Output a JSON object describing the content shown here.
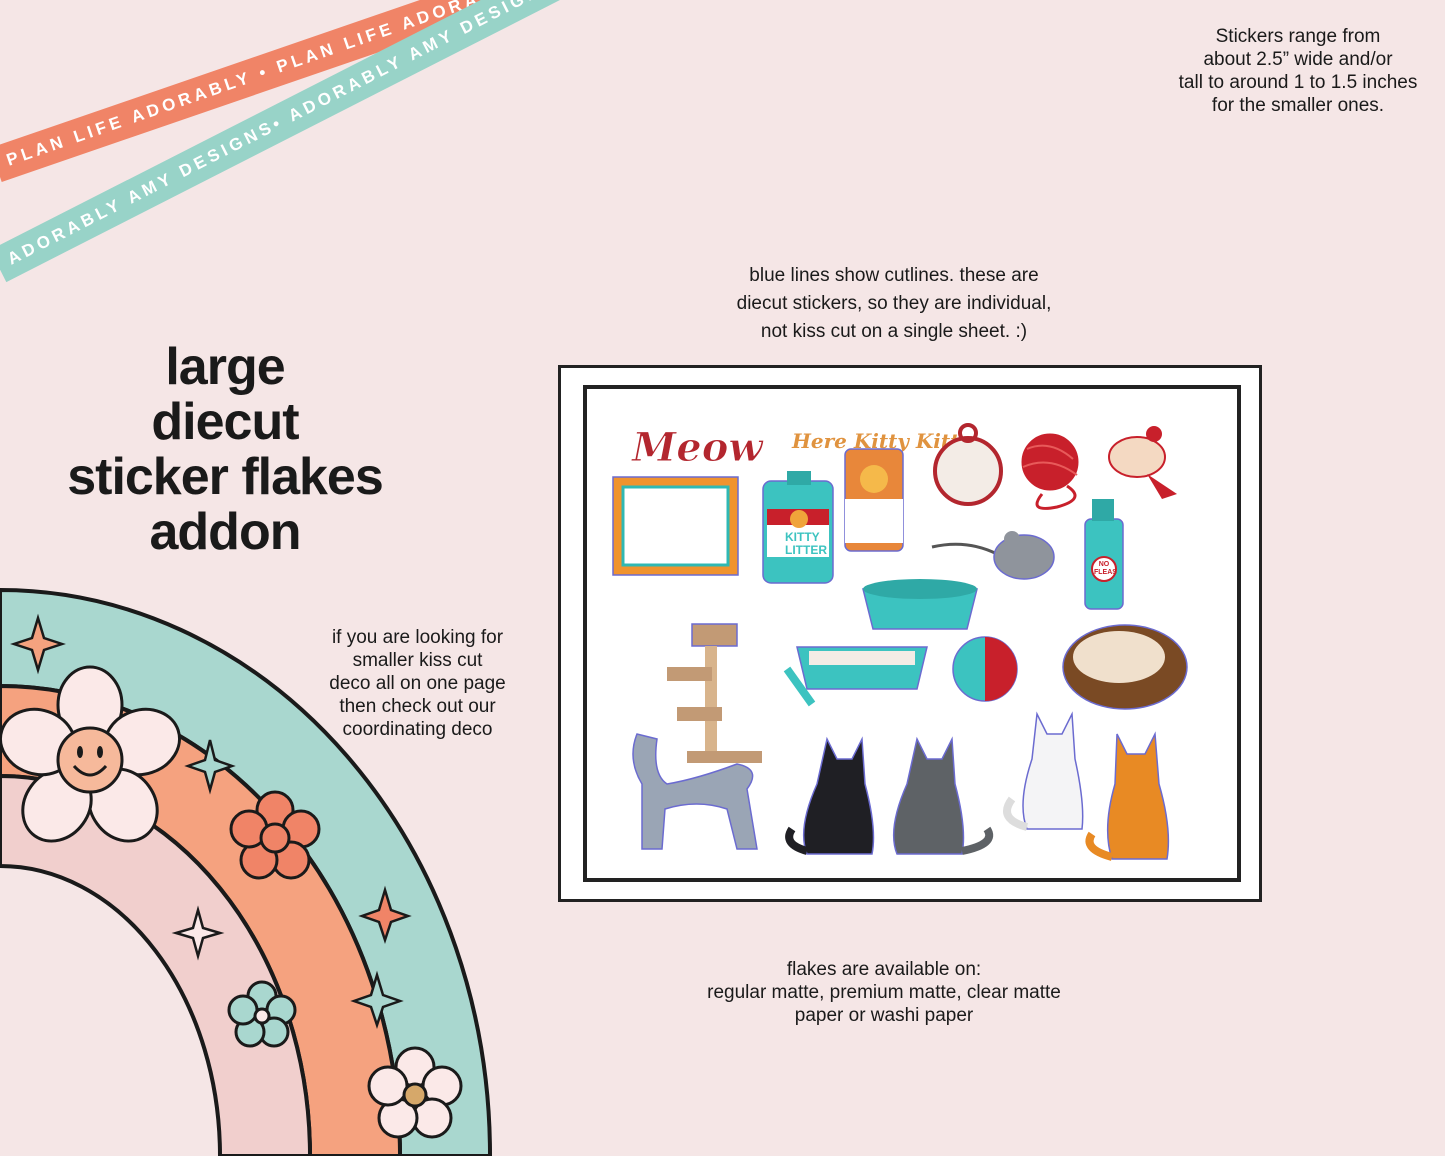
{
  "ribbons": {
    "coral_text": "PLAN LIFE ADORABLY • PLAN LIFE ADORABLY • PLAN LIFE ADORABLY",
    "mint_text": "ADORABLY AMY DESIGNS• ADORABLY AMY DESIGNS• ADORABLY AMY DESIGNS"
  },
  "title": {
    "line1": "large",
    "line2": "diecut",
    "line3": "sticker flakes",
    "line4": "addon"
  },
  "size_note": {
    "line1": "Stickers range from",
    "line2": "about 2.5” wide and/or",
    "line3": "tall to around 1 to 1.5 inches",
    "line4": "for the smaller ones."
  },
  "cutline_note": {
    "line1": "blue lines show cutlines.  these are",
    "line2": "diecut stickers, so they are individual,",
    "line3": "not kiss cut on a single sheet. :)"
  },
  "kisscut_note": {
    "line1": "if you are looking for",
    "line2": "smaller kiss cut",
    "line3": "deco all on one page",
    "line4": "then check out our",
    "line5": "coordinating deco"
  },
  "paper_note": {
    "line1": "flakes are available on:",
    "line2": "regular matte, premium matte, clear matte",
    "line3": "paper or washi paper"
  },
  "stickers": {
    "meow": "Meow",
    "here_kitty": "Here Kitty Kitty",
    "kitty_litter_1": "KITTY",
    "kitty_litter_2": "LITTER",
    "no_fleas_1": "NO",
    "no_fleas_2": "FLEAS"
  },
  "colors": {
    "background": "#f5e6e6",
    "coral": "#f08467",
    "mint": "#98d3c8",
    "peach": "#f5a27f",
    "pink": "#f1cfcd",
    "cutline": "#6b6bd0"
  }
}
